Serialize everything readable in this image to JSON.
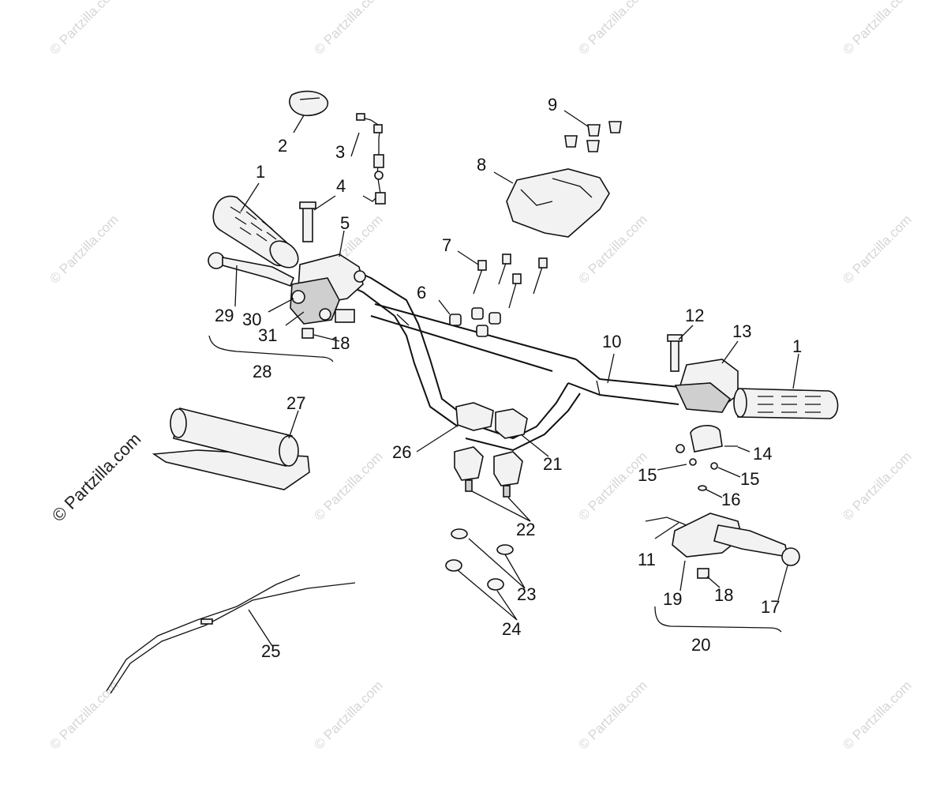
{
  "watermark": {
    "text": "© Partzilla.com",
    "main_text": "© Partzilla.com"
  },
  "labels": {
    "p1a": "1",
    "p1b": "1",
    "p2": "2",
    "p3": "3",
    "p4": "4",
    "p5": "5",
    "p6": "6",
    "p7": "7",
    "p8": "8",
    "p9": "9",
    "p10": "10",
    "p11": "11",
    "p12": "12",
    "p13": "13",
    "p14": "14",
    "p15a": "15",
    "p15b": "15",
    "p16": "16",
    "p17": "17",
    "p18a": "18",
    "p18b": "18",
    "p19": "19",
    "p20": "20",
    "p21": "21",
    "p22": "22",
    "p23": "23",
    "p24": "24",
    "p25": "25",
    "p26": "26",
    "p27": "27",
    "p28": "28",
    "p29": "29",
    "p30": "30",
    "p31": "31"
  }
}
